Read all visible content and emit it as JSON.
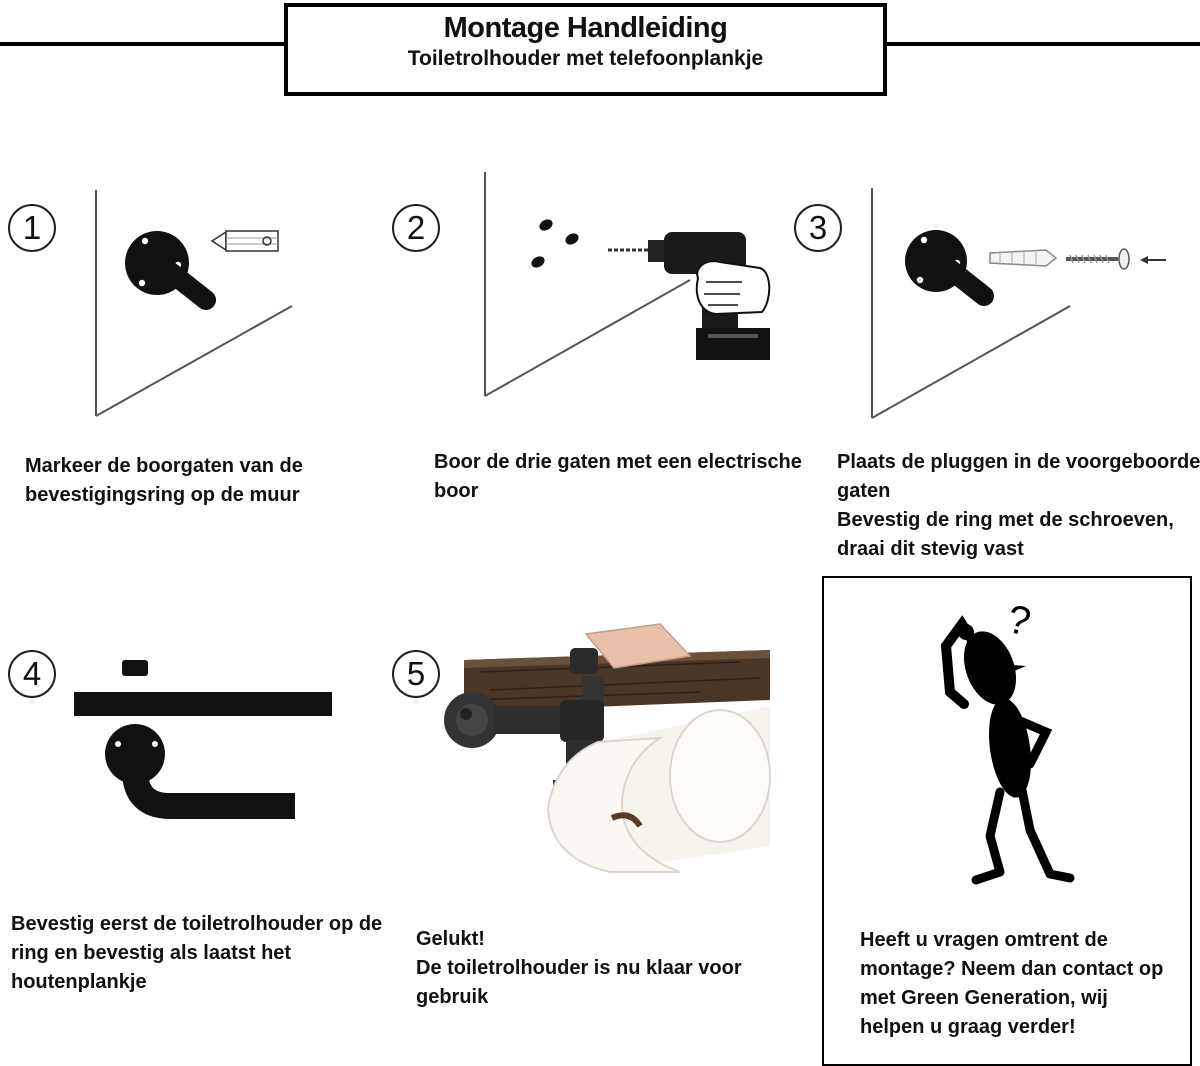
{
  "header": {
    "title": "Montage Handleiding",
    "subtitle": "Toiletrolhouder met telefoonplankje"
  },
  "steps": [
    {
      "number": "1",
      "lines": [
        "Markeer de boorgaten van de",
        "bevestigingsring op de muur"
      ]
    },
    {
      "number": "2",
      "lines": [
        "Boor de drie gaten met een electrische",
        "boor"
      ]
    },
    {
      "number": "3",
      "lines": [
        "Plaats de pluggen in de voorgeboorde",
        "gaten",
        "Bevestig de ring met de schroeven,",
        "draai dit stevig vast"
      ]
    },
    {
      "number": "4",
      "lines": [
        "Bevestig eerst de toiletrolhouder op de",
        "ring en bevestig als laatst het",
        "houtenplankje"
      ]
    },
    {
      "number": "5",
      "lines": [
        "Gelukt!",
        "De toiletrolhouder is nu klaar voor",
        "gebruik"
      ]
    }
  ],
  "help": {
    "lines": [
      "Heeft u vragen omtrent de",
      "montage? Neem dan contact op",
      "met Green Generation, wij",
      "helpen u graag verder!"
    ],
    "question_mark": "?"
  }
}
